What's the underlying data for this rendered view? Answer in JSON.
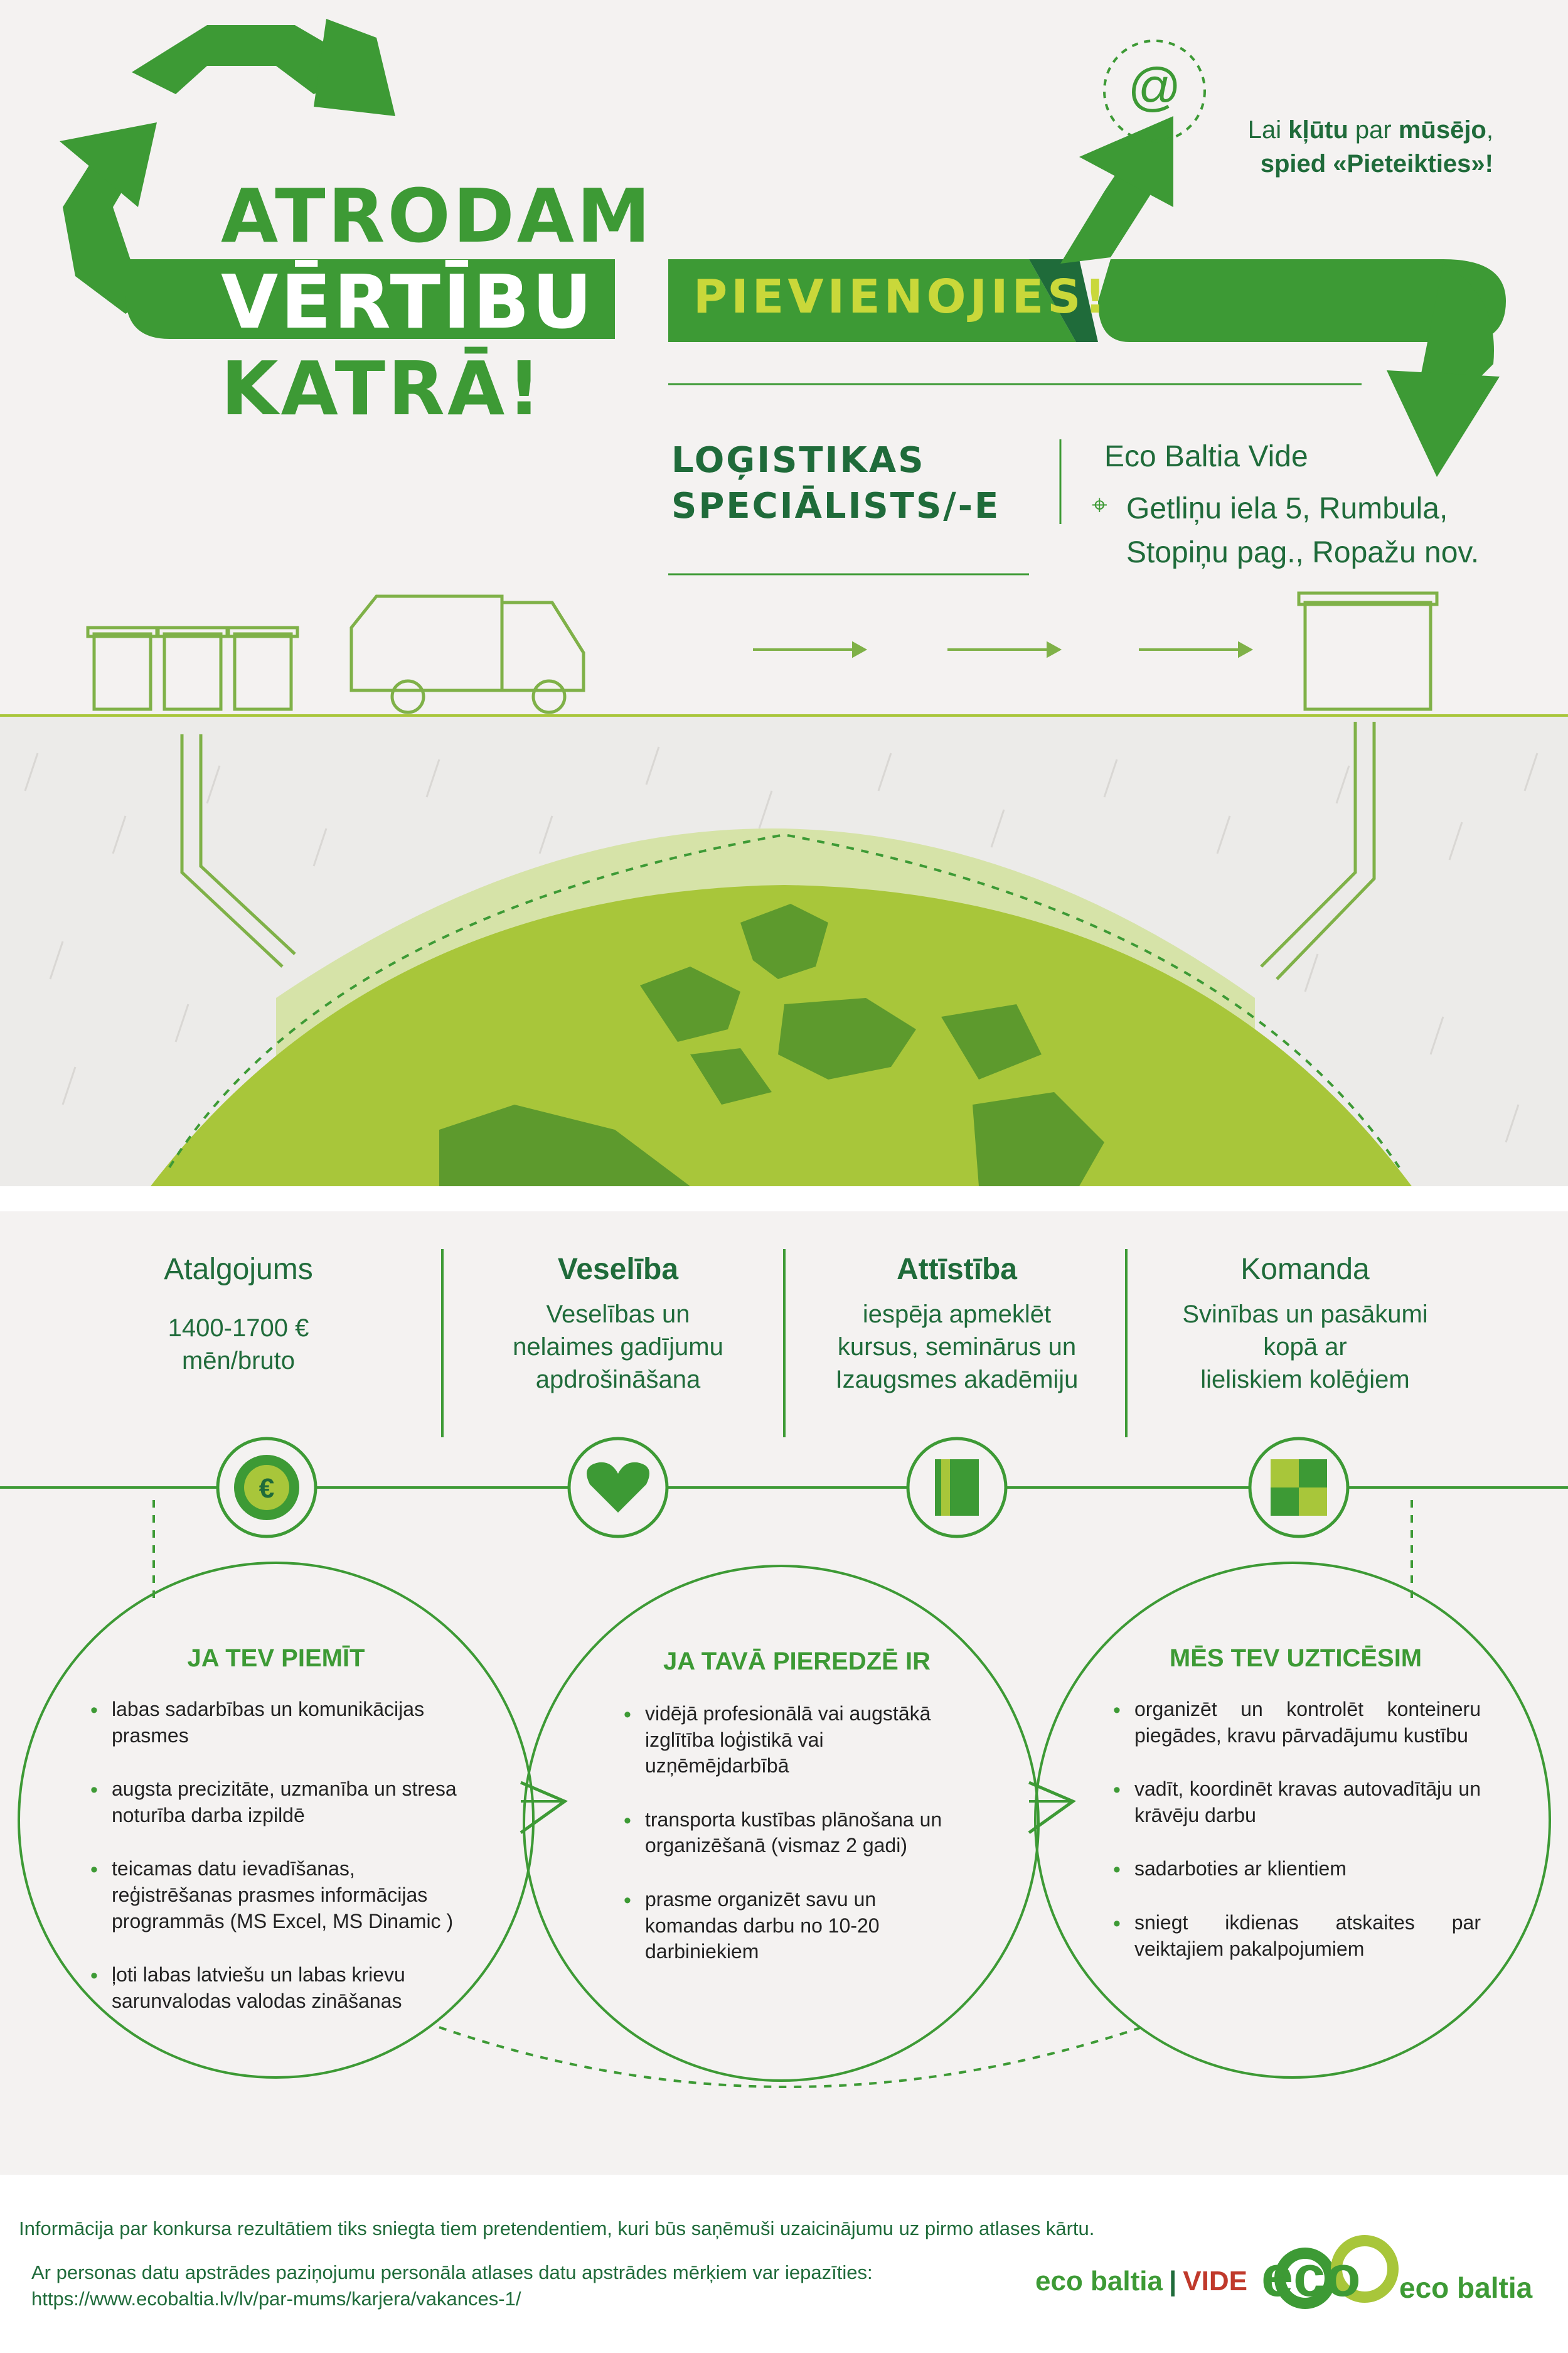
{
  "headline": {
    "line1": "ATRODAM",
    "line2": "VĒRTĪBU",
    "line3": "KATRĀ!"
  },
  "join_banner": "PIEVIENOJIES!",
  "apply_note": {
    "pre": "Lai ",
    "bold1": "kļūtu",
    "mid": " par ",
    "bold2": "mūsējo",
    "post": ",",
    "line2": "spied «Pieteikties»!"
  },
  "at_symbol": "@",
  "position": {
    "line1": "LOĢISTIKAS",
    "line2": "SPECIĀLISTS/-E"
  },
  "company": "Eco Baltia Vide",
  "address": {
    "line1": "Getliņu iela 5, Rumbula,",
    "line2": "Stopiņu pag., Ropažu nov."
  },
  "benefits": [
    {
      "title": "Atalgojums",
      "lines": [
        "1400-1700 €",
        "mēn/bruto"
      ],
      "icon": "euro-coin-icon"
    },
    {
      "title": "Veselība",
      "lines": [
        "Veselības un",
        "nelaimes gadījumu",
        "apdrošināšana"
      ],
      "icon": "heart-icon"
    },
    {
      "title": "Attīstība",
      "lines": [
        "iespēja apmeklēt",
        "kursus, seminārus un",
        "Izaugsmes akadēmiju"
      ],
      "icon": "book-icon"
    },
    {
      "title": "Komanda",
      "lines": [
        "Svinības un  pasākumi",
        "kopā ar",
        "lieliskiem kolēģiem"
      ],
      "icon": "puzzle-icon"
    }
  ],
  "requirements": {
    "title": "JA TEV PIEMĪT",
    "items": [
      "labas sadarbības un komunikācijas prasmes",
      "augsta precizitāte, uzmanība un stresa noturība darba izpildē",
      "teicamas datu ievadīšanas, reģistrēšanas prasmes informācijas programmās (MS Excel, MS Dinamic )",
      "ļoti labas latviešu un labas krievu sarunvalodas valodas zināšanas"
    ]
  },
  "experience": {
    "title": "JA TAVĀ PIEREDZĒ IR",
    "items": [
      "vidējā profesionālā vai augstākā izglītība loģistikā vai uzņēmējdarbībā",
      "transporta kustības plānošana un organizēšanā (vismaz 2 gadi)",
      "prasme organizēt savu un komandas darbu no 10-20 darbiniekiem"
    ]
  },
  "trust": {
    "title": "MĒS TEV UZTICĒSIM",
    "items": [
      "organizēt un kontrolēt konteineru piegādes, kravu pārvadājumu kustību",
      "vadīt, koordinēt kravas autovadītāju un krāvēju darbu",
      "sadarboties ar klientiem",
      "sniegt ikdienas atskaites par veiktajiem pakalpojumiem"
    ]
  },
  "footer": {
    "line1": "Informācija par konkursa rezultātiem tiks sniegta tiem pretendentiem, kuri būs saņēmuši uzaicinājumu uz pirmo atlases kārtu.",
    "line2": "Ar personas datu apstrādes paziņojumu personāla atlases datu apstrādes mērķiem var iepazīties:",
    "line3": "https://www.ecobaltia.lv/lv/par-mums/karjera/vakances-1/"
  },
  "logos": {
    "vide_left": "eco baltia",
    "vide_right": "VIDE",
    "eco_mark": "eco",
    "eco_text": "eco baltia"
  },
  "colors": {
    "primary": "#3d9a35",
    "dark": "#1f6b3a",
    "lime": "#a8c63a",
    "background": "#f4f2f1"
  }
}
